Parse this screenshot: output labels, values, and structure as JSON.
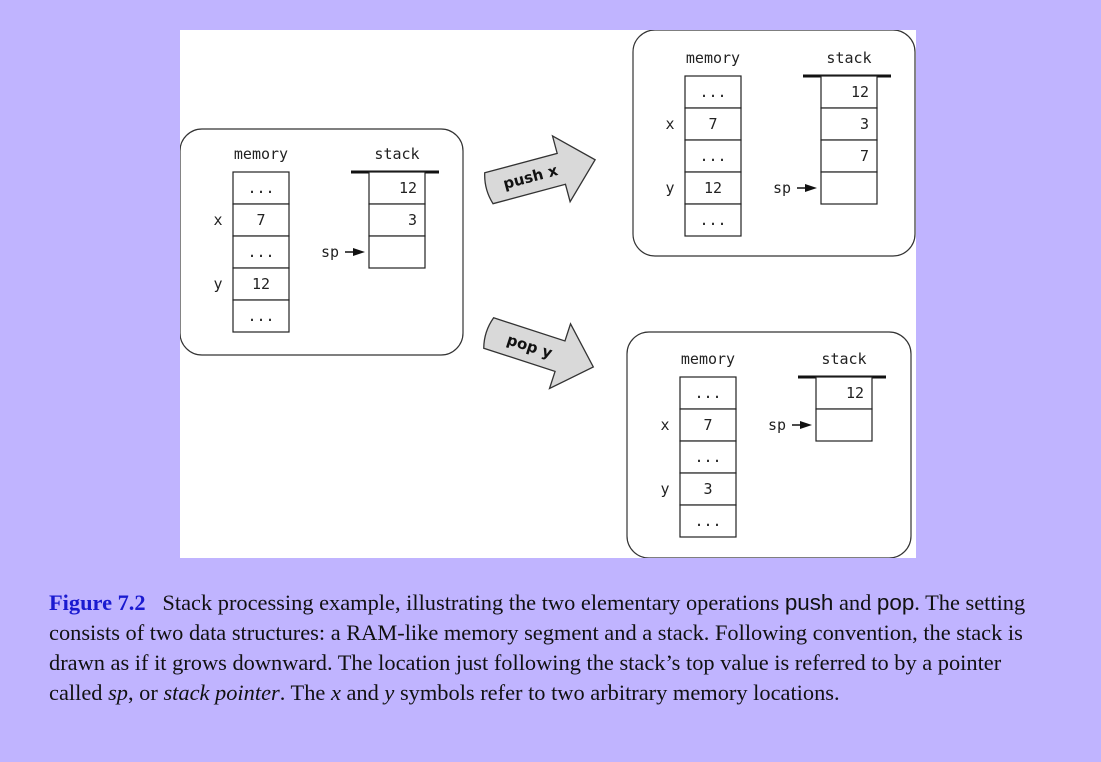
{
  "diagram": {
    "before": {
      "memory_header": "memory",
      "stack_header": "stack",
      "memory_cells": [
        "...",
        "7",
        "...",
        "12",
        "..."
      ],
      "memory_labels": [
        "",
        "x",
        "",
        "y",
        ""
      ],
      "stack_cells": [
        "12",
        "3",
        ""
      ],
      "sp_label": "sp"
    },
    "push_arrow_label": "push x",
    "pop_arrow_label": "pop y",
    "after_push": {
      "memory_header": "memory",
      "stack_header": "stack",
      "memory_cells": [
        "...",
        "7",
        "...",
        "12",
        "..."
      ],
      "memory_labels": [
        "",
        "x",
        "",
        "y",
        ""
      ],
      "stack_cells": [
        "12",
        "3",
        "7",
        ""
      ],
      "sp_label": "sp"
    },
    "after_pop": {
      "memory_header": "memory",
      "stack_header": "stack",
      "memory_cells": [
        "...",
        "7",
        "...",
        "3",
        "..."
      ],
      "memory_labels": [
        "",
        "x",
        "",
        "y",
        ""
      ],
      "stack_cells": [
        "12",
        ""
      ],
      "sp_label": "sp"
    }
  },
  "caption": {
    "label": "Figure 7.2",
    "p1": "Stack processing example, illustrating the two elementary operations ",
    "push": "push",
    "and": " and ",
    "pop": "pop",
    "p2": ". The setting consists of two data structures: a RAM-like memory segment and a stack. Following convention, the stack is drawn as if it grows downward. The location just following the stack’s top value is referred to by a pointer called ",
    "sp": "sp",
    "comma_or": ", or ",
    "stack_pointer": "stack pointer",
    "p3": ". The ",
    "x": "x",
    "and2": " and ",
    "y": "y",
    "p4": " symbols refer to two arbitrary memory locations."
  }
}
